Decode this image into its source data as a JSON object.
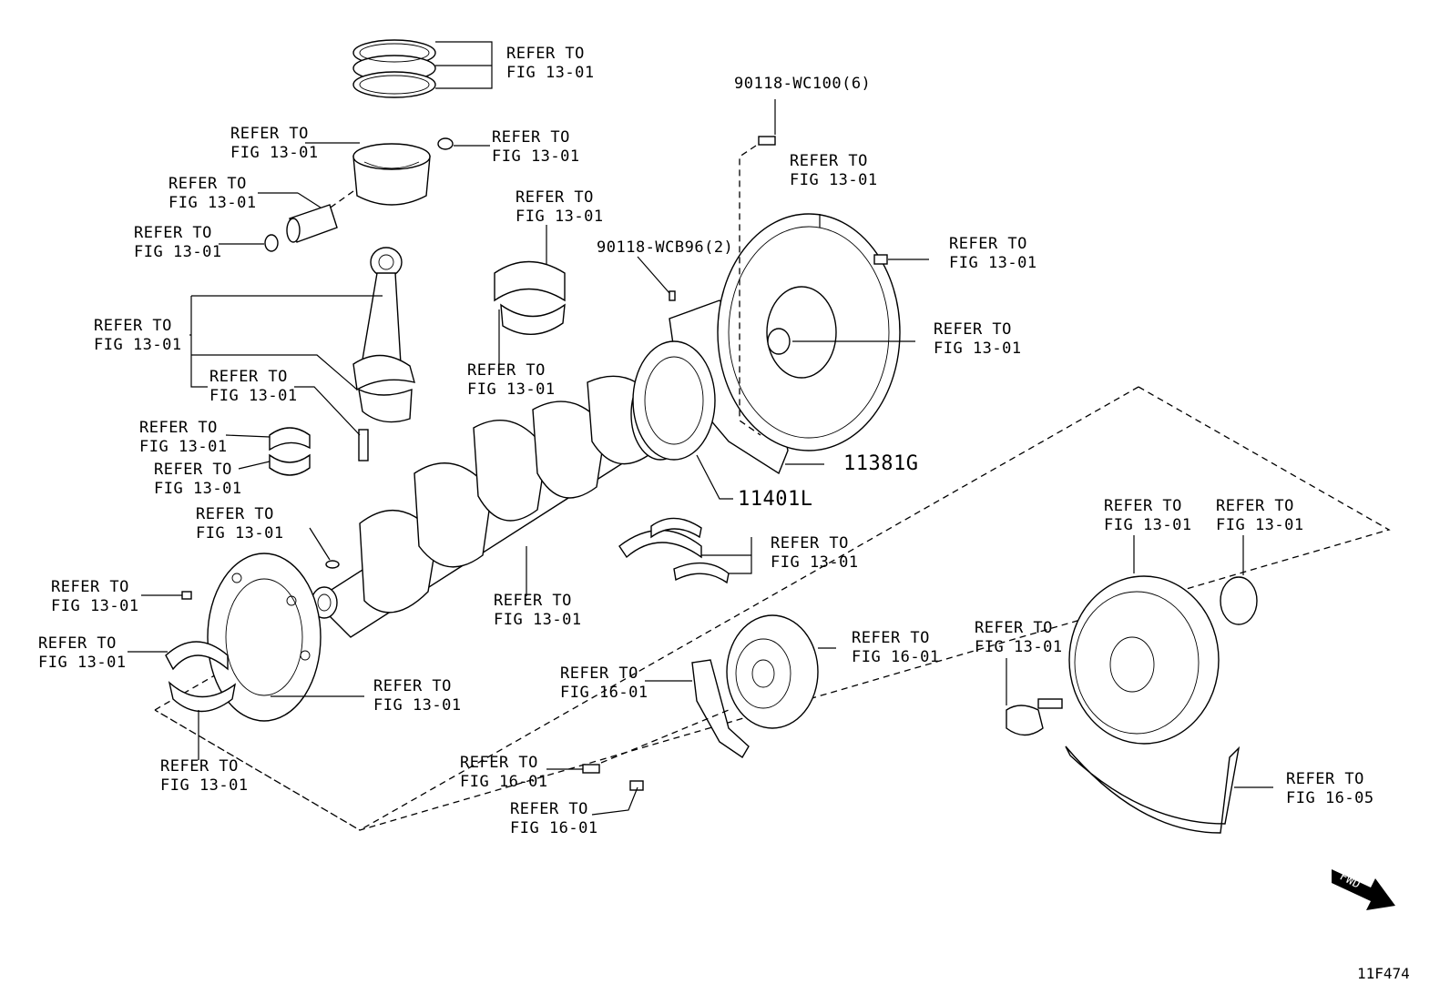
{
  "diagram": {
    "refs": [
      {
        "id": "ring-set",
        "l1": "REFER TO",
        "l2": "FIG 13-01"
      },
      {
        "id": "piston",
        "l1": "REFER TO",
        "l2": "FIG 13-01"
      },
      {
        "id": "snap-ring-top",
        "l1": "REFER TO",
        "l2": "FIG 13-01"
      },
      {
        "id": "piston-pin",
        "l1": "REFER TO",
        "l2": "FIG 13-01"
      },
      {
        "id": "snap-ring-left",
        "l1": "REFER TO",
        "l2": "FIG 13-01"
      },
      {
        "id": "main-bearing-upper",
        "l1": "REFER TO",
        "l2": "FIG 13-01"
      },
      {
        "id": "flywheel",
        "l1": "REFER TO",
        "l2": "FIG 13-01"
      },
      {
        "id": "flywheel-bolt",
        "l1": "REFER TO",
        "l2": "FIG 13-01"
      },
      {
        "id": "pilot-bearing",
        "l1": "REFER TO",
        "l2": "FIG 13-01"
      },
      {
        "id": "connecting-rod",
        "l1": "REFER TO",
        "l2": "FIG 13-01"
      },
      {
        "id": "rod-bolt",
        "l1": "REFER TO",
        "l2": "FIG 13-01"
      },
      {
        "id": "main-bearing-lower",
        "l1": "REFER TO",
        "l2": "FIG 13-01"
      },
      {
        "id": "rod-bearing-a",
        "l1": "REFER TO",
        "l2": "FIG 13-01"
      },
      {
        "id": "rod-bearing-b",
        "l1": "REFER TO",
        "l2": "FIG 13-01"
      },
      {
        "id": "key",
        "l1": "REFER TO",
        "l2": "FIG 13-01"
      },
      {
        "id": "thrust-washer",
        "l1": "REFER TO",
        "l2": "FIG 13-01"
      },
      {
        "id": "crank-bolt",
        "l1": "REFER TO",
        "l2": "FIG 13-01"
      },
      {
        "id": "crankshaft",
        "l1": "REFER TO",
        "l2": "FIG 13-01"
      },
      {
        "id": "front-bearing",
        "l1": "REFER TO",
        "l2": "FIG 13-01"
      },
      {
        "id": "timing-rotor",
        "l1": "REFER TO",
        "l2": "FIG 13-01"
      },
      {
        "id": "front-bearing-lower",
        "l1": "REFER TO",
        "l2": "FIG 13-01"
      },
      {
        "id": "damper-pulley",
        "l1": "REFER TO",
        "l2": "FIG 13-01"
      },
      {
        "id": "crank-gear",
        "l1": "REFER TO",
        "l2": "FIG 13-01"
      },
      {
        "id": "pulley-bolt",
        "l1": "REFER TO",
        "l2": "FIG 13-01"
      },
      {
        "id": "idler-pulley",
        "l1": "REFER TO",
        "l2": "FIG 16-01"
      },
      {
        "id": "idler-bracket",
        "l1": "REFER TO",
        "l2": "FIG 16-01"
      },
      {
        "id": "bracket-bolt-a",
        "l1": "REFER TO",
        "l2": "FIG 16-01"
      },
      {
        "id": "bracket-bolt-b",
        "l1": "REFER TO",
        "l2": "FIG 16-01"
      },
      {
        "id": "v-belt",
        "l1": "REFER TO",
        "l2": "FIG 16-05"
      }
    ],
    "part_numbers": {
      "bolt_wc100": "90118-WC100(6)",
      "pin_wcb96": "90118-WCB96(2)",
      "seal_retainer": "11381G",
      "oil_seal": "11401L"
    },
    "fwd_label": "FWD",
    "figure_code": "11F474"
  }
}
